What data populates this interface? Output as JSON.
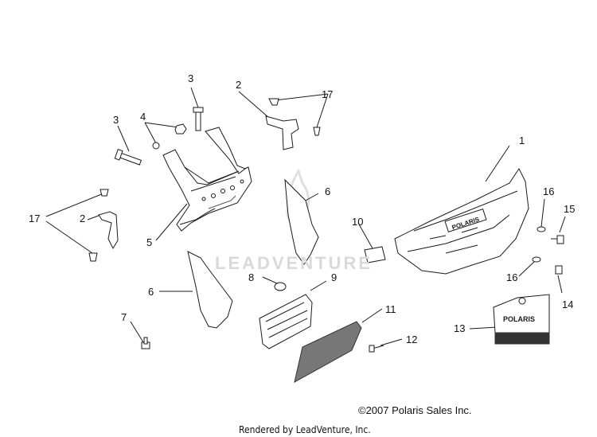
{
  "callouts": {
    "c1": "1",
    "c2a": "2",
    "c2b": "2",
    "c3a": "3",
    "c3b": "3",
    "c4": "4",
    "c5": "5",
    "c6a": "6",
    "c6b": "6",
    "c7": "7",
    "c8": "8",
    "c9": "9",
    "c10": "10",
    "c11": "11",
    "c12": "12",
    "c13": "13",
    "c14": "14",
    "c15": "15",
    "c16a": "16",
    "c16b": "16",
    "c17a": "17",
    "c17b": "17"
  },
  "footer": {
    "copyright": "©2007 Polaris Sales Inc.",
    "rendered_by": "Rendered by LeadVenture, Inc."
  },
  "watermark": {
    "text": "LEADVENTURE"
  },
  "logo_text": "POLARIS",
  "colors": {
    "line": "#1a1a1a",
    "shade": "#888888",
    "dark": "#333333"
  }
}
